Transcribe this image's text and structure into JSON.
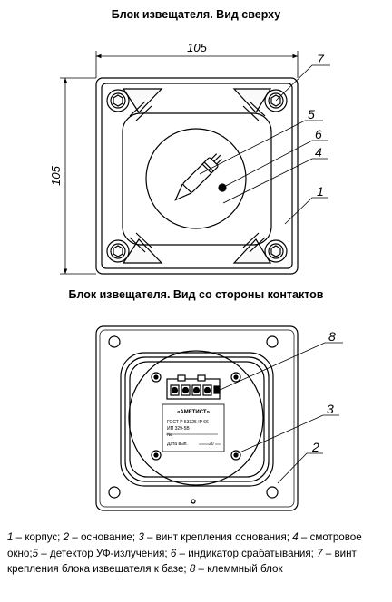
{
  "titles": {
    "top_view": "Блок извещателя. Вид сверху",
    "contacts_view": "Блок извещателя. Вид со стороны контактов"
  },
  "dimensions": {
    "width": "105",
    "height": "105"
  },
  "callouts": [
    "1",
    "2",
    "3",
    "4",
    "5",
    "6",
    "7",
    "8"
  ],
  "nameplate": {
    "brand": "«АМЕТИСТ»",
    "standard": "ГОСТ Р 53325  IP 66",
    "model": "ИП 329-5В",
    "serial": "№",
    "date": "Дата вып.",
    "year_suffix": "20"
  },
  "legend": [
    {
      "num": "1",
      "text": " – корпус; "
    },
    {
      "num": "2",
      "text": " – основание; "
    },
    {
      "num": "3",
      "text": " – винт крепления основания; "
    },
    {
      "num": "4",
      "text": " – смотровое окно;"
    },
    {
      "num": "5",
      "text": " – детектор УФ-излучения; "
    },
    {
      "num": "6",
      "text": " – индикатор срабатывания; "
    },
    {
      "num": "7",
      "text": " – винт крепления блока извещателя к базе; "
    },
    {
      "num": "8",
      "text": " – клеммный блок"
    }
  ]
}
